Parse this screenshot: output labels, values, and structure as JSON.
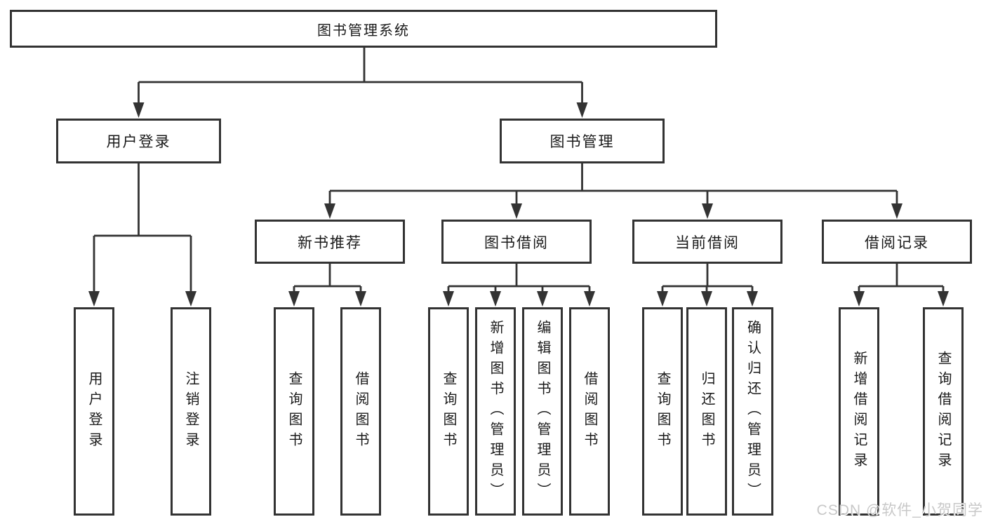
{
  "diagram": {
    "root": {
      "label": "图书管理系统"
    },
    "branches": [
      {
        "label": "用户登录",
        "children": [
          {
            "label": "用户登录"
          },
          {
            "label": "注销登录"
          }
        ]
      },
      {
        "label": "图书管理",
        "children": [
          {
            "label": "新书推荐",
            "children": [
              {
                "label": "查询图书"
              },
              {
                "label": "借阅图书"
              }
            ]
          },
          {
            "label": "图书借阅",
            "children": [
              {
                "label": "查询图书"
              },
              {
                "label": "新增图书（管理员）"
              },
              {
                "label": "编辑图书（管理员）"
              },
              {
                "label": "借阅图书"
              }
            ]
          },
          {
            "label": "当前借阅",
            "children": [
              {
                "label": "查询图书"
              },
              {
                "label": "归还图书"
              },
              {
                "label": "确认归还（管理员）"
              }
            ]
          },
          {
            "label": "借阅记录",
            "children": [
              {
                "label": "新增借阅记录"
              },
              {
                "label": "查询借阅记录"
              }
            ]
          }
        ]
      }
    ]
  },
  "watermark": {
    "text": "CSDN @软件_小贺同学"
  },
  "colors": {
    "line": "#333333",
    "box_border": "#333333",
    "box_fill": "#ffffff",
    "text": "#1a1a1a",
    "background": "#ffffff",
    "watermark": "#c8c8c8"
  }
}
